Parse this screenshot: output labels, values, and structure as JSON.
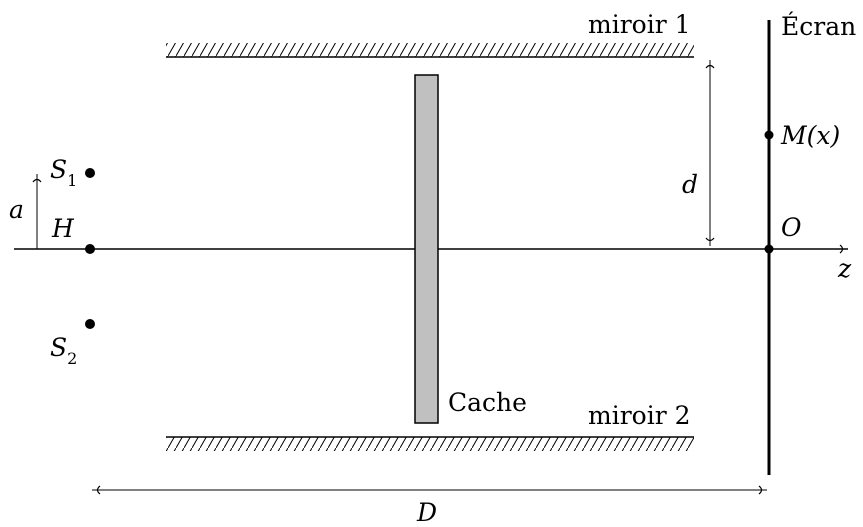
{
  "labels": {
    "mirror_top": "miroir 1",
    "mirror_bottom": "miroir 2",
    "screen": "Écran",
    "mask": "Cache",
    "axis": "z",
    "origin": "O",
    "point_m": "M(x)",
    "point_h": "H",
    "source_1": {
      "main": "S",
      "sub": "1"
    },
    "source_2": {
      "main": "S",
      "sub": "2"
    },
    "dist_a": "a",
    "dist_d": "d",
    "dist_D": "D"
  },
  "colors": {
    "mask_fill": "#c0c0c0",
    "stroke": "#000000"
  }
}
